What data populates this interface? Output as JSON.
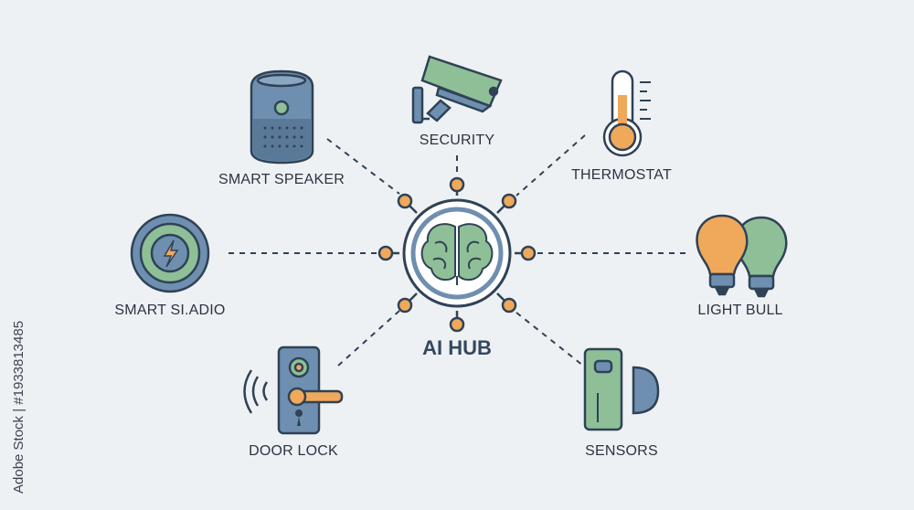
{
  "hub": {
    "label": "AI HUB"
  },
  "devices": {
    "speaker": "SMART SPEAKER",
    "security": "SECURITY",
    "thermostat": "THERMOSTAT",
    "radio": "SMART SI.ADIO",
    "light": "LIGHT BULL",
    "door_lock": "DOOR LOCK",
    "sensors": "SENSORS"
  },
  "watermark": "Adobe Stock | #1933813485",
  "colors": {
    "background": "#eef1f4",
    "outline": "#2f4256",
    "blue": "#6f8fb0",
    "green": "#8fbf96",
    "orange": "#f0a95a"
  },
  "icons": [
    "speaker-icon",
    "security-camera-icon",
    "thermometer-icon",
    "power-plug-icon",
    "light-bulbs-icon",
    "door-lock-icon",
    "sensor-icon",
    "brain-icon"
  ]
}
